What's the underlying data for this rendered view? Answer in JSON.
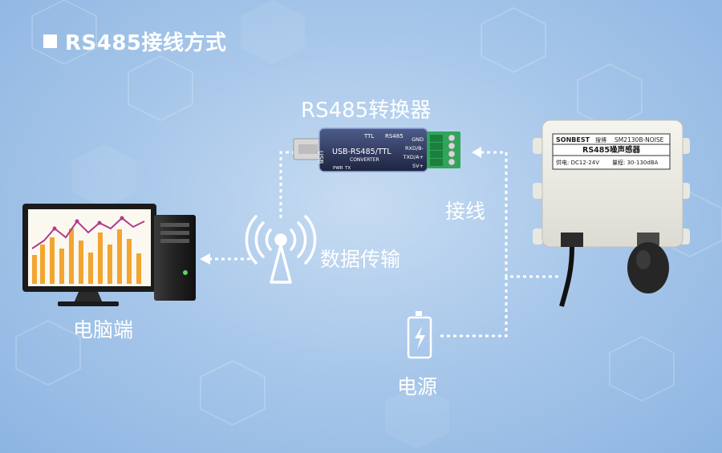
{
  "title": "RS485接线方式",
  "converter": {
    "heading": "RS485转换器",
    "ttl": "TTL",
    "rs485": "RS485",
    "usb": "USB",
    "model": "USB-RS485/TTL",
    "name": "CONVERTER",
    "pwr": "PWR",
    "tx": "TX",
    "pins": [
      "GND",
      "RXD/B-",
      "TXD/A+",
      "5V+"
    ]
  },
  "labels": {
    "pc": "电脑端",
    "wiring": "接线",
    "transmission": "数据传输",
    "power": "电源"
  },
  "sensor": {
    "brand": "SONBEST",
    "brand_cn": "搜博",
    "model": "SM2130B-NOISE",
    "name": "RS485噪声感器",
    "supply": "供电: DC12-24V",
    "range": "量程: 30-130dBA"
  },
  "colors": {
    "background": "#a9c8ea",
    "accent": "#ffffff",
    "terminal": "#2fa65a",
    "bar": "#f2a531",
    "line": "#b33a8c"
  }
}
